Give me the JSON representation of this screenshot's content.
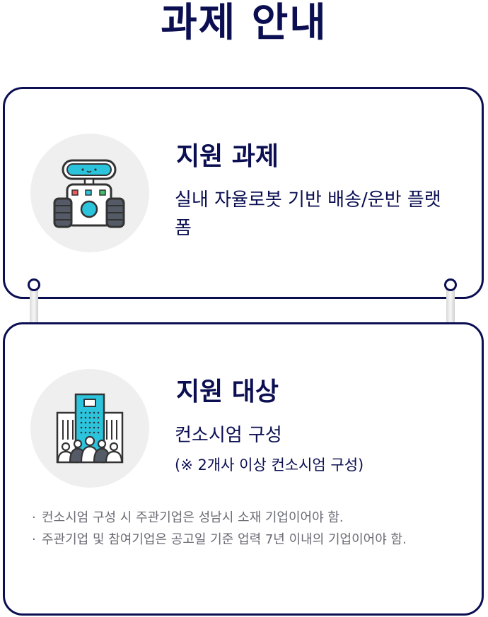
{
  "page": {
    "title": "과제 안내"
  },
  "cards": [
    {
      "heading": "지원 과제",
      "desc": "실내 자율로봇 기반 배송/운반 플랫폼",
      "icon": "robot-icon"
    },
    {
      "heading": "지원 대상",
      "desc": "컨소시엄 구성",
      "sub": "(※ 2개사 이상 컨소시엄 구성)",
      "icon": "building-people-icon",
      "notes": [
        "컨소시엄 구성 시 주관기업은 성남시 소재 기업이어야 함.",
        "주관기업 및 참여기업은 공고일 기준 업력 7년 이내의 기업이어야 함."
      ]
    }
  ],
  "colors": {
    "navy": "#0b0f52",
    "accent": "#33d2ea",
    "circle_bg": "#efefef",
    "note_text": "#6a6a74"
  }
}
